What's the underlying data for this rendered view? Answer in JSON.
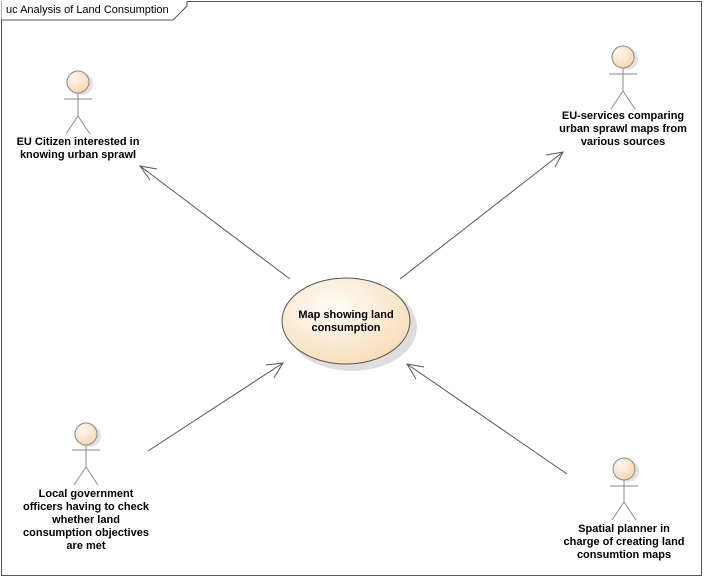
{
  "diagram": {
    "frame_title": "uc Analysis of Land Consumption",
    "use_case": {
      "line1": "Map showing land",
      "line2": "consumption"
    },
    "actors": [
      {
        "id": "eu-citizen",
        "lines": [
          "EU Citizen interested in",
          "knowing urban sprawl"
        ]
      },
      {
        "id": "eu-services",
        "lines": [
          "EU-services comparing",
          "urban sprawl maps from",
          "various sources"
        ]
      },
      {
        "id": "local-government",
        "lines": [
          "Local government",
          "officers having to check",
          "whether land",
          "consumption objectives",
          "are met"
        ]
      },
      {
        "id": "spatial-planner",
        "lines": [
          "Spatial planner in",
          "charge of creating land",
          "consumtion maps"
        ]
      }
    ],
    "colors": {
      "actor_fill": "#fbe3c8",
      "actor_stroke": "#8a8a8a",
      "usecase_fill_center": "#fffdf8",
      "usecase_fill_edge": "#f7dcb8",
      "usecase_stroke": "#555555",
      "line": "#555555"
    }
  }
}
